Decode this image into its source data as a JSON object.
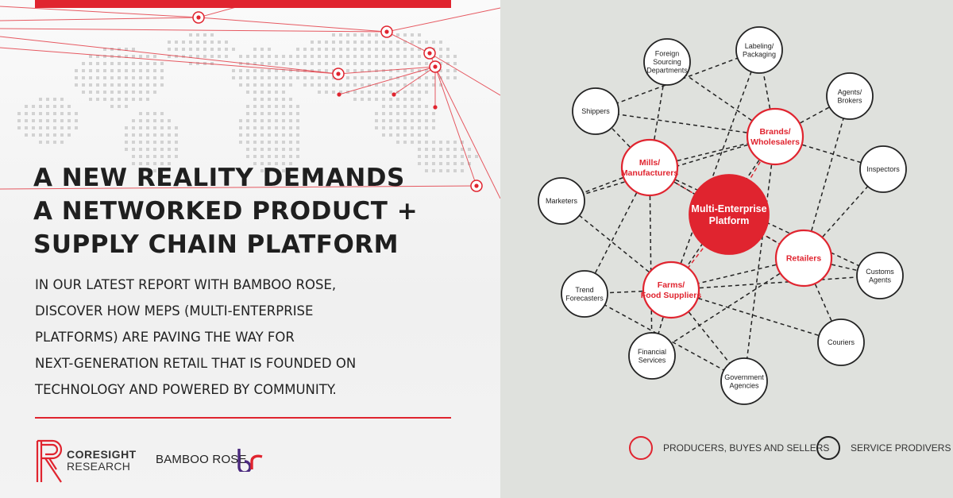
{
  "headline": [
    "A NEW REALITY DEMANDS",
    "A NETWORKED PRODUCT +",
    "SUPPLY CHAIN PLATFORM"
  ],
  "body": [
    "IN OUR LATEST REPORT WITH BAMBOO ROSE,",
    "DISCOVER HOW MEPS (MULTI-ENTERPRISE",
    "PLATFORMS) ARE PAVING THE WAY FOR",
    "NEXT-GENERATION RETAIL THAT IS FOUNDED ON",
    "TECHNOLOGY AND POWERED BY COMMUNITY."
  ],
  "logos": {
    "coresight": [
      "CORESIGHT",
      "RESEARCH"
    ],
    "bamboo_rose": "BAMBOO ROSE"
  },
  "colors": {
    "accent": "#e0242f",
    "dark": "#1f1f1f",
    "panel": "#dfe1dd"
  },
  "diagram": {
    "center": {
      "id": "mep",
      "lines": [
        "Multi-Enterprise",
        "Platform"
      ]
    },
    "producers": [
      {
        "id": "mills",
        "lines": [
          "Mills/",
          "Manufacturers"
        ]
      },
      {
        "id": "brands",
        "lines": [
          "Brands/",
          "Wholesalers"
        ]
      },
      {
        "id": "retailers",
        "lines": [
          "Retailers"
        ]
      },
      {
        "id": "farms",
        "lines": [
          "Farms/",
          "Food Suppliers"
        ]
      }
    ],
    "services": [
      {
        "id": "foreign",
        "lines": [
          "Foreign",
          "Sourcing",
          "Departments"
        ]
      },
      {
        "id": "labeling",
        "lines": [
          "Labeling/",
          "Packaging"
        ]
      },
      {
        "id": "agents",
        "lines": [
          "Agents/",
          "Brokers"
        ]
      },
      {
        "id": "shippers",
        "lines": [
          "Shippers"
        ]
      },
      {
        "id": "inspectors",
        "lines": [
          "Inspectors"
        ]
      },
      {
        "id": "marketers",
        "lines": [
          "Marketers"
        ]
      },
      {
        "id": "customs",
        "lines": [
          "Customs",
          "Agents"
        ]
      },
      {
        "id": "trend",
        "lines": [
          "Trend",
          "Forecasters"
        ]
      },
      {
        "id": "couriers",
        "lines": [
          "Couriers"
        ]
      },
      {
        "id": "financial",
        "lines": [
          "Financial",
          "Services"
        ]
      },
      {
        "id": "government",
        "lines": [
          "Government",
          "Agencies"
        ]
      }
    ],
    "edges": [
      [
        "mep",
        "mills"
      ],
      [
        "mep",
        "brands"
      ],
      [
        "mep",
        "retailers"
      ],
      [
        "mep",
        "farms"
      ],
      [
        "mills",
        "foreign"
      ],
      [
        "mills",
        "shippers"
      ],
      [
        "mills",
        "marketers"
      ],
      [
        "mills",
        "trend"
      ],
      [
        "mills",
        "financial"
      ],
      [
        "mills",
        "brands"
      ],
      [
        "mills",
        "retailers"
      ],
      [
        "mills",
        "customs"
      ],
      [
        "brands",
        "labeling"
      ],
      [
        "brands",
        "agents"
      ],
      [
        "brands",
        "inspectors"
      ],
      [
        "brands",
        "shippers"
      ],
      [
        "brands",
        "foreign"
      ],
      [
        "brands",
        "marketers"
      ],
      [
        "brands",
        "farms"
      ],
      [
        "brands",
        "government"
      ],
      [
        "retailers",
        "inspectors"
      ],
      [
        "retailers",
        "customs"
      ],
      [
        "retailers",
        "couriers"
      ],
      [
        "retailers",
        "agents"
      ],
      [
        "retailers",
        "farms"
      ],
      [
        "retailers",
        "financial"
      ],
      [
        "farms",
        "marketers"
      ],
      [
        "farms",
        "trend"
      ],
      [
        "farms",
        "financial"
      ],
      [
        "farms",
        "government"
      ],
      [
        "farms",
        "customs"
      ],
      [
        "farms",
        "labeling"
      ],
      [
        "farms",
        "couriers"
      ],
      [
        "labeling",
        "shippers"
      ],
      [
        "trend",
        "government"
      ]
    ]
  },
  "legend": {
    "producers_label": "PRODUCERS, BUYES AND SELLERS",
    "services_label": "SERVICE PRODIVERS"
  }
}
